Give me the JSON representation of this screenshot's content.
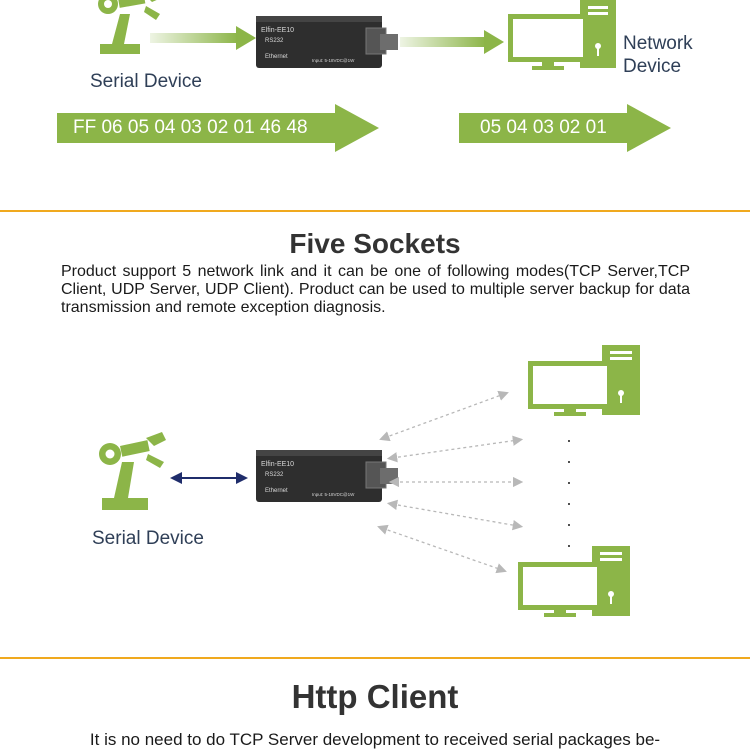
{
  "top_diagram": {
    "serial_device_label": "Serial Device",
    "network_device_label_line1": "Network",
    "network_device_label_line2": "Device",
    "input_data": "FF 06 05 04 03 02 01 46 48",
    "output_data": "05 04 03 02 01",
    "device": {
      "brand": "Elfin-EE10",
      "port": "RS232",
      "network": "Ethernet",
      "input_rating": "Input: 5-18VDC@1W"
    }
  },
  "five_sockets": {
    "title": "Five Sockets",
    "description": "Product support 5 network link and it can be one of following modes(TCP Server,TCP Client, UDP Server, UDP Client). Product can be used to multiple server backup for data transmission and remote exception diagnosis.",
    "serial_device_label": "Serial Device",
    "dots": "·"
  },
  "http_client": {
    "title": "Http Client",
    "description": "It is no need to do TCP Server development to received serial packages be-"
  },
  "colors": {
    "accent_green": "#8cb548",
    "divider_orange": "#f0a91e",
    "label_navy": "#2f3f57",
    "device_body": "#2e2e2e"
  }
}
